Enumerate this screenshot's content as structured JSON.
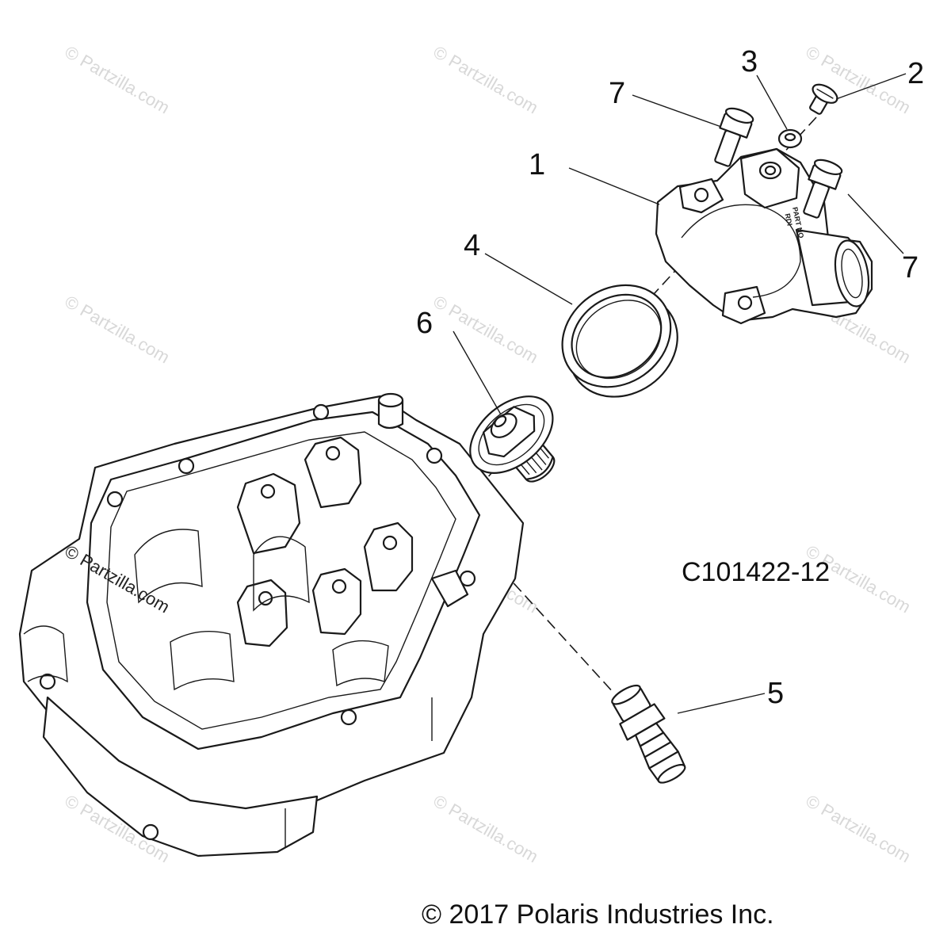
{
  "diagram": {
    "callouts": {
      "c1": "1",
      "c2": "2",
      "c3": "3",
      "c4": "4",
      "c5": "5",
      "c6": "6",
      "c7a": "7",
      "c7b": "7"
    },
    "drawing_code": "C101422-12",
    "copyright": "© 2017 Polaris Industries Inc.",
    "housing_stamp_line1": "PART NO",
    "housing_stamp_line2": "RDI",
    "watermark": "© Partzilla.com"
  }
}
